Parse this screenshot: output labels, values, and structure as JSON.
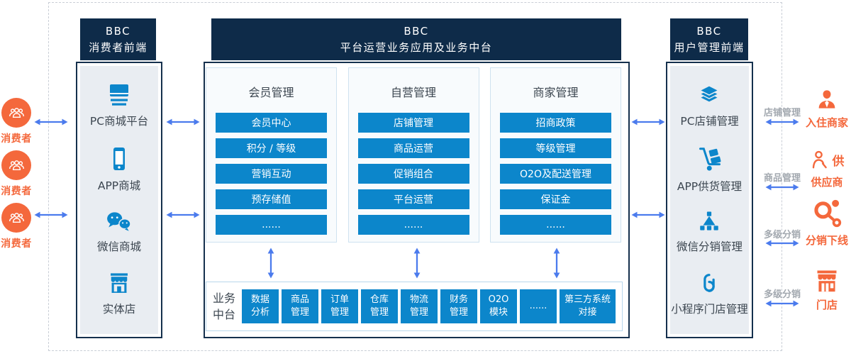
{
  "colors": {
    "navy_header": "#0e2b49",
    "panel_border_navy": "#15304d",
    "primary_blue": "#0c86cb",
    "accent_orange": "#f4683c",
    "arrow_blue": "#4b7bed",
    "side_panel_gray": "#e9edf2",
    "module_bg": "#f8fbfd",
    "module_border": "#cfe2f0",
    "band_border": "#b9d7ec",
    "relation_gray": "#a2a8af",
    "dashed_frame": "#c9ced6"
  },
  "consumers": {
    "items": [
      {
        "label": "消费者",
        "icon": "users-group"
      },
      {
        "label": "消费者",
        "icon": "users-group"
      },
      {
        "label": "消费者",
        "icon": "users-group"
      }
    ]
  },
  "consumer_frontend": {
    "header_line1": "BBC",
    "header_line2": "消费者前端",
    "items": [
      {
        "label": "PC商城平台",
        "icon": "pc-monitor"
      },
      {
        "label": "APP商城",
        "icon": "smartphone"
      },
      {
        "label": "微信商城",
        "icon": "wechat"
      },
      {
        "label": "实体店",
        "icon": "storefront"
      }
    ]
  },
  "platform_center": {
    "header_line1": "BBC",
    "header_line2": "平台运营业务应用及业务中台",
    "modules": [
      {
        "title": "会员管理",
        "buttons": [
          "会员中心",
          "积分 / 等级",
          "营销互动",
          "预存储值",
          "......"
        ]
      },
      {
        "title": "自营管理",
        "buttons": [
          "店铺管理",
          "商品运营",
          "促销组合",
          "平台运营",
          "......"
        ]
      },
      {
        "title": "商家管理",
        "buttons": [
          "招商政策",
          "等级管理",
          "O2O及配送管理",
          "保证金",
          "......"
        ]
      }
    ],
    "middle_platform": {
      "label_line1": "业务",
      "label_line2": "中台",
      "boxes": [
        {
          "line1": "数据",
          "line2": "分析"
        },
        {
          "line1": "商品",
          "line2": "管理"
        },
        {
          "line1": "订单",
          "line2": "管理"
        },
        {
          "line1": "仓库",
          "line2": "管理"
        },
        {
          "line1": "物流",
          "line2": "管理"
        },
        {
          "line1": "财务",
          "line2": "管理"
        },
        {
          "line1": "O2O",
          "line2": "模块"
        },
        {
          "line1": "......",
          "line2": ""
        },
        {
          "line1": "第三方系统",
          "line2": "对接"
        }
      ]
    }
  },
  "user_frontend": {
    "header_line1": "BBC",
    "header_line2": "用户管理前端",
    "items": [
      {
        "label": "PC店铺管理",
        "icon": "layers-stack"
      },
      {
        "label": "APP供货管理",
        "icon": "hand-truck"
      },
      {
        "label": "微信分销管理",
        "icon": "hierarchy"
      },
      {
        "label": "小程序门店管理",
        "icon": "mini-program"
      }
    ]
  },
  "external_partners": [
    {
      "relation": "店铺管理",
      "label": "入住商家",
      "icon": "merchant-person",
      "icon_text": ""
    },
    {
      "relation": "商品管理",
      "label": "供应商",
      "icon": "supplier-person",
      "icon_text": "供"
    },
    {
      "relation": "多级分销",
      "label": "分销下线",
      "icon": "distribution-network",
      "icon_text": ""
    },
    {
      "relation": "多级分销",
      "label": "门店",
      "icon": "shop-store",
      "icon_text": ""
    }
  ]
}
